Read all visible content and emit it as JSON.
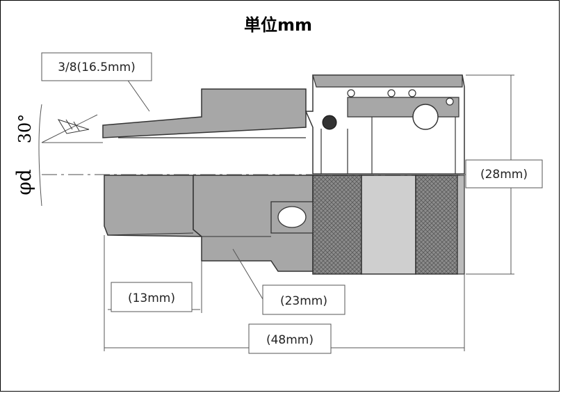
{
  "title": "単位mm",
  "labels": {
    "thread": "3/8(16.5mm)",
    "angle": "30°",
    "bore": "φd",
    "outer_diameter": "(28mm)",
    "thread_length": "(13mm)",
    "body_length": "(23mm)",
    "total_length": "(48mm)"
  },
  "colors": {
    "body_fill": "#a7a7a7",
    "dark_fill": "#6e6e6e",
    "knurl_fill": "#8c8c8c",
    "line": "#333333",
    "dim_line": "#555555"
  }
}
